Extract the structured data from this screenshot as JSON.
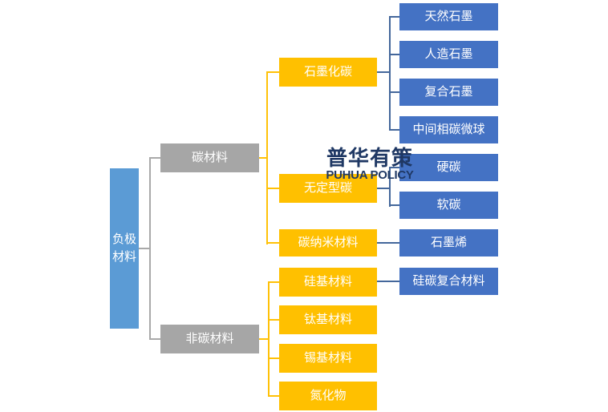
{
  "colors": {
    "root_blue": "#5B9BD5",
    "category_gray": "#A6A6A6",
    "sub_yellow": "#FFC000",
    "leaf_blue": "#4472C4",
    "connector_gray": "#A9A9A9",
    "connector_yellow": "#FFC107",
    "connector_blue": "#44679B",
    "watermark_navy": "#1F3864"
  },
  "watermark": {
    "cn": "普华有策",
    "en": "PUHUA POLICY"
  },
  "tree": {
    "root": {
      "label": "负极材料"
    },
    "branches": [
      {
        "label": "碳材料",
        "children": [
          {
            "label": "石墨化碳",
            "children": [
              {
                "label": "天然石墨"
              },
              {
                "label": "人造石墨"
              },
              {
                "label": "复合石墨"
              },
              {
                "label": "中间相碳微球"
              }
            ]
          },
          {
            "label": "无定型碳",
            "children": [
              {
                "label": "硬碳"
              },
              {
                "label": "软碳"
              }
            ]
          },
          {
            "label": "碳纳米材料",
            "children": [
              {
                "label": "石墨烯"
              }
            ]
          }
        ]
      },
      {
        "label": "非碳材料",
        "children": [
          {
            "label": "硅基材料",
            "children": [
              {
                "label": "硅碳复合材料"
              }
            ]
          },
          {
            "label": "钛基材料",
            "children": []
          },
          {
            "label": "锡基材料",
            "children": []
          },
          {
            "label": "氮化物",
            "children": []
          }
        ]
      }
    ]
  }
}
